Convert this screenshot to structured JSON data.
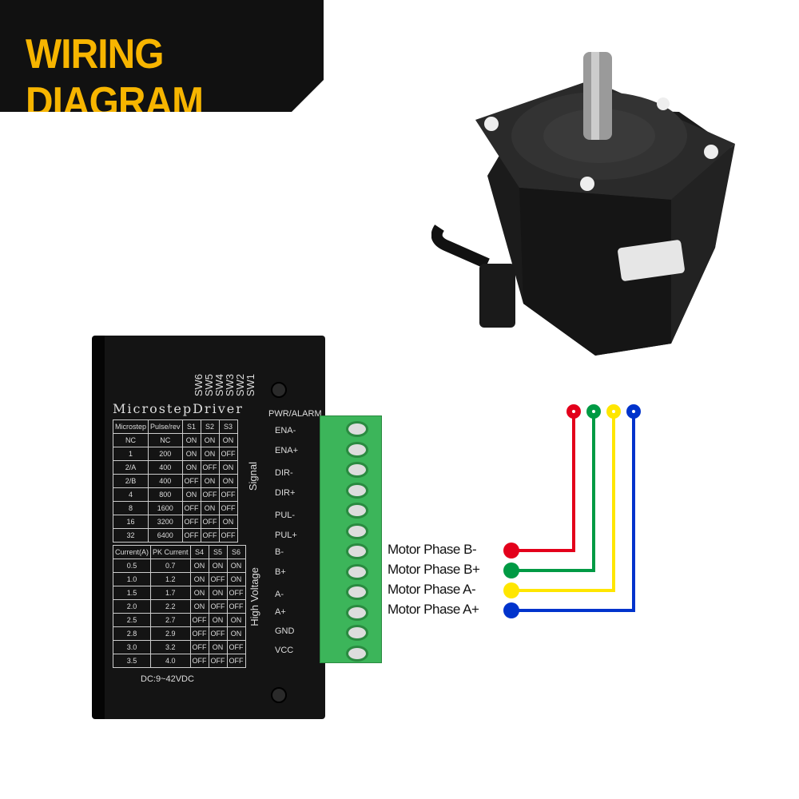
{
  "banner": {
    "title": "WIRING DIAGRAM",
    "color": "#f7b500"
  },
  "driver": {
    "switches": [
      "SW6",
      "SW5",
      "SW4",
      "SW3",
      "SW2",
      "SW1"
    ],
    "title": "MicrostepDriver",
    "pwr_alarm": "PWR/ALARM",
    "microstep_table": {
      "headers": [
        "Microstep",
        "Pulse/rev",
        "S1",
        "S2",
        "S3"
      ],
      "rows": [
        [
          "NC",
          "NC",
          "ON",
          "ON",
          "ON"
        ],
        [
          "1",
          "200",
          "ON",
          "ON",
          "OFF"
        ],
        [
          "2/A",
          "400",
          "ON",
          "OFF",
          "ON"
        ],
        [
          "2/B",
          "400",
          "OFF",
          "ON",
          "ON"
        ],
        [
          "4",
          "800",
          "ON",
          "OFF",
          "OFF"
        ],
        [
          "8",
          "1600",
          "OFF",
          "ON",
          "OFF"
        ],
        [
          "16",
          "3200",
          "OFF",
          "OFF",
          "ON"
        ],
        [
          "32",
          "6400",
          "OFF",
          "OFF",
          "OFF"
        ]
      ]
    },
    "current_table": {
      "headers": [
        "Current(A)",
        "PK Current",
        "S4",
        "S5",
        "S6"
      ],
      "rows": [
        [
          "0.5",
          "0.7",
          "ON",
          "ON",
          "ON"
        ],
        [
          "1.0",
          "1.2",
          "ON",
          "OFF",
          "ON"
        ],
        [
          "1.5",
          "1.7",
          "ON",
          "ON",
          "OFF"
        ],
        [
          "2.0",
          "2.2",
          "ON",
          "OFF",
          "OFF"
        ],
        [
          "2.5",
          "2.7",
          "OFF",
          "ON",
          "ON"
        ],
        [
          "2.8",
          "2.9",
          "OFF",
          "OFF",
          "ON"
        ],
        [
          "3.0",
          "3.2",
          "OFF",
          "ON",
          "OFF"
        ],
        [
          "3.5",
          "4.0",
          "OFF",
          "OFF",
          "OFF"
        ]
      ]
    },
    "signal_label": "Signal",
    "high_voltage_label": "High Voltage",
    "signal_pins": [
      "ENA-",
      "ENA+",
      "DIR-",
      "DIR+",
      "PUL-",
      "PUL+"
    ],
    "power_pins": [
      "B-",
      "B+",
      "A-",
      "A+",
      "GND",
      "VCC"
    ],
    "voltage": "DC:9~42VDC"
  },
  "wires": [
    {
      "label": "Motor Phase B-",
      "color": "#e3001b"
    },
    {
      "label": "Motor Phase B+",
      "color": "#009a44"
    },
    {
      "label": "Motor Phase A-",
      "color": "#ffe600"
    },
    {
      "label": "Motor Phase A+",
      "color": "#0033cc"
    }
  ]
}
